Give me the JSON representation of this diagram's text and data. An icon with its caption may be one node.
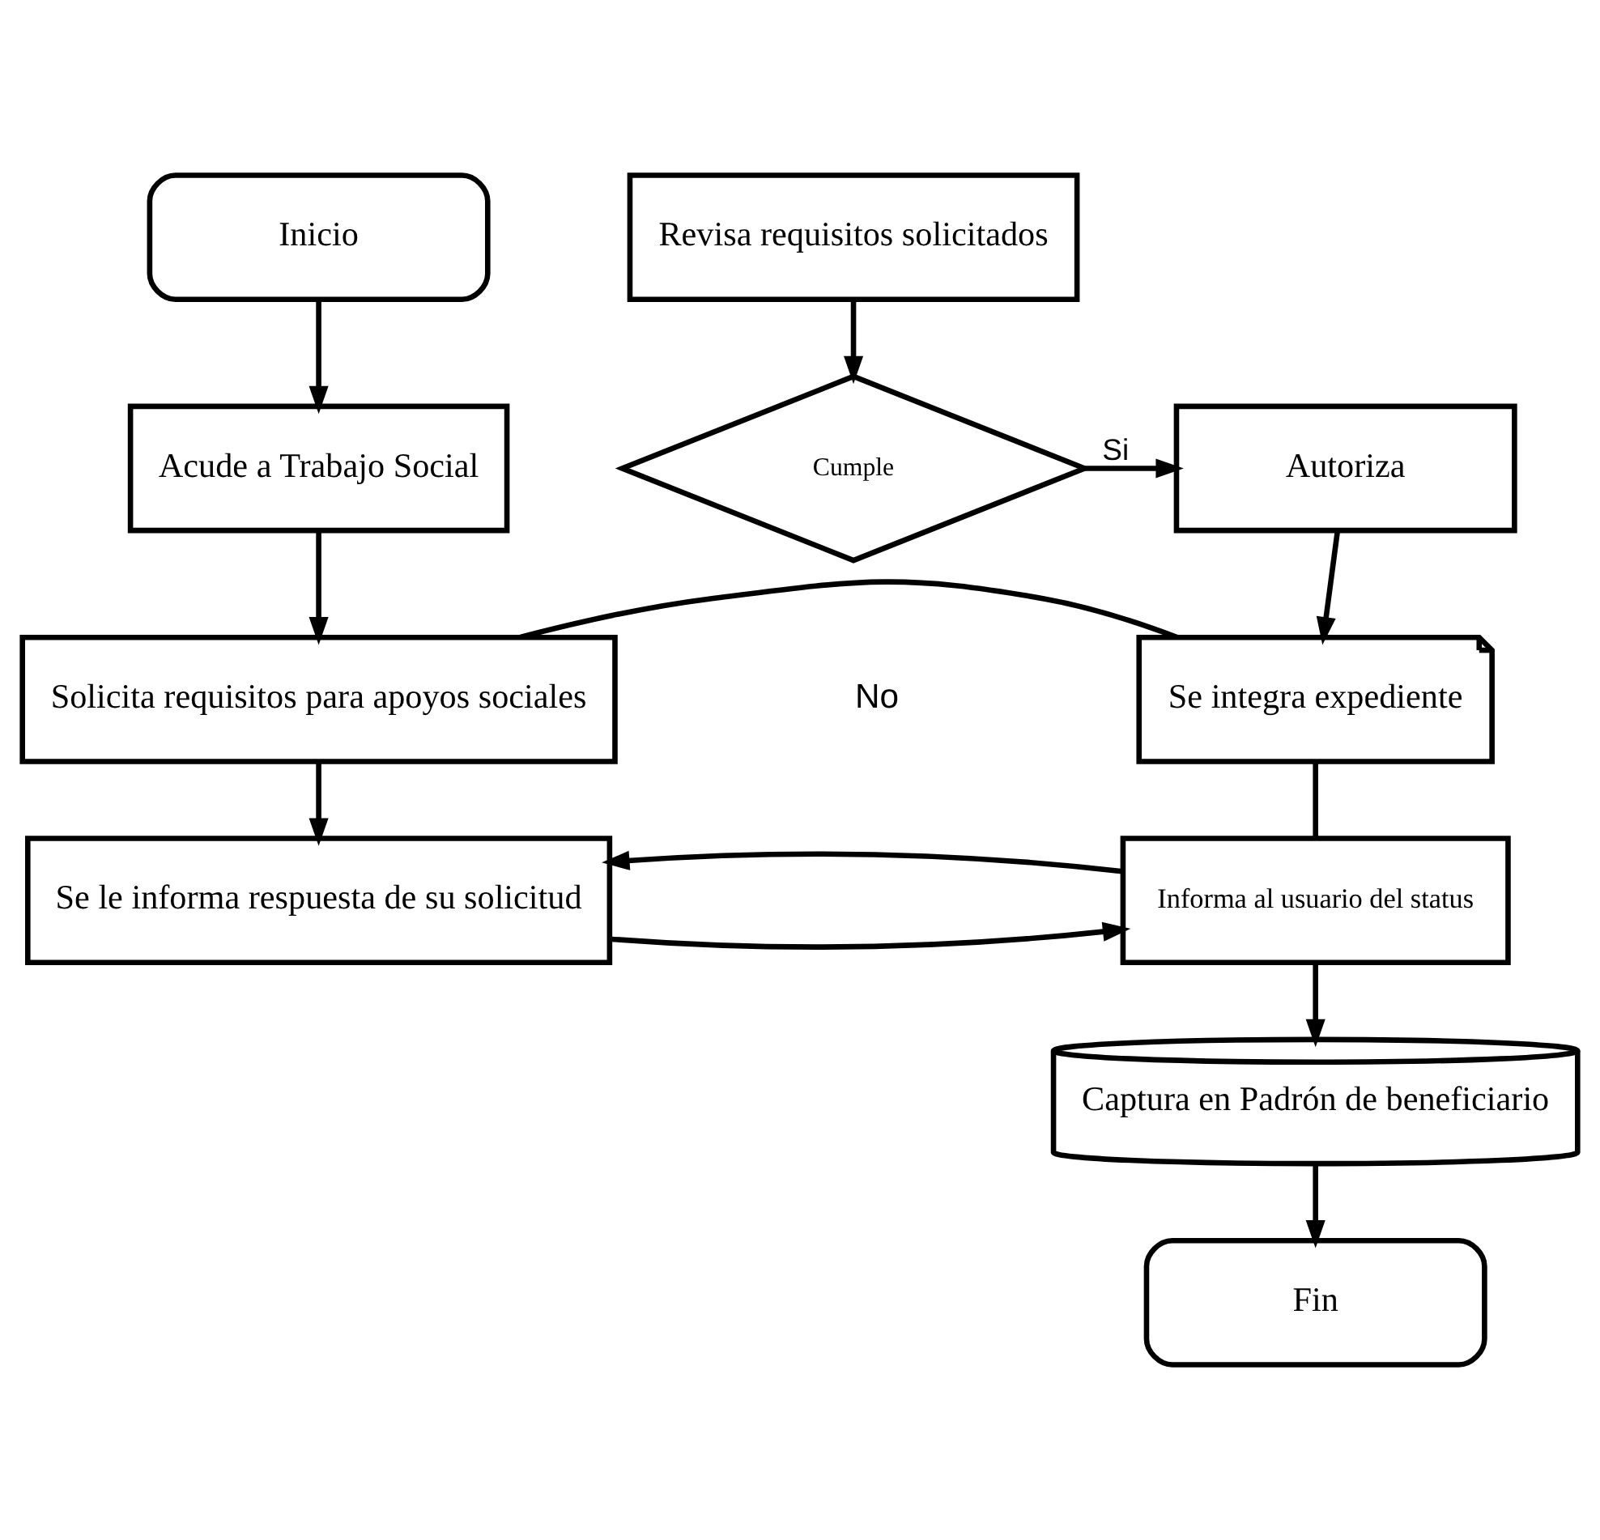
{
  "diagram": {
    "nodes": [
      {
        "text": [
          "Inicio"
        ]
      },
      {
        "text": [
          "Revisa requisitos solicitados"
        ]
      },
      {
        "text": [
          "Acude a Trabajo Social"
        ]
      },
      {
        "text": [
          "Autoriza"
        ]
      },
      {
        "text": [
          "Cumple"
        ]
      },
      {
        "text": [
          "Solicita requisitos para apoyos sociales"
        ]
      },
      {
        "text": [
          "Se integra expediente"
        ]
      },
      {
        "text": [
          "Informa al usuario del status"
        ]
      },
      {
        "text": [
          "Se le informa respuesta de su solicitud"
        ]
      },
      {
        "text": [
          "Captura en Padrón de beneficiario"
        ]
      },
      {
        "text": [
          "Fin"
        ]
      }
    ],
    "edges": [
      {
        "from": 0,
        "to": 2,
        "arrow": "to"
      },
      {
        "from": 2,
        "to": 5,
        "arrow": "to"
      },
      {
        "from": 1,
        "to": 4,
        "arrow": "to"
      },
      {
        "from": 4,
        "to": 3,
        "arrow": "to",
        "label": "Si"
      },
      {
        "from": 3,
        "to": 6,
        "arrow": "to"
      },
      {
        "from": 5,
        "to": 6,
        "arrow": "none"
      },
      {
        "from": 6,
        "to": 7,
        "arrow": "none"
      },
      {
        "from": 5,
        "to": 8,
        "arrow": "to"
      },
      {
        "from": 8,
        "to": 7,
        "arrow": "to"
      },
      {
        "from": 7,
        "to": 8,
        "arrow": "to"
      },
      {
        "from": 7,
        "to": 9,
        "arrow": "to"
      },
      {
        "from": 9,
        "to": 10,
        "arrow": "to"
      }
    ],
    "labels": [
      "No"
    ]
  }
}
